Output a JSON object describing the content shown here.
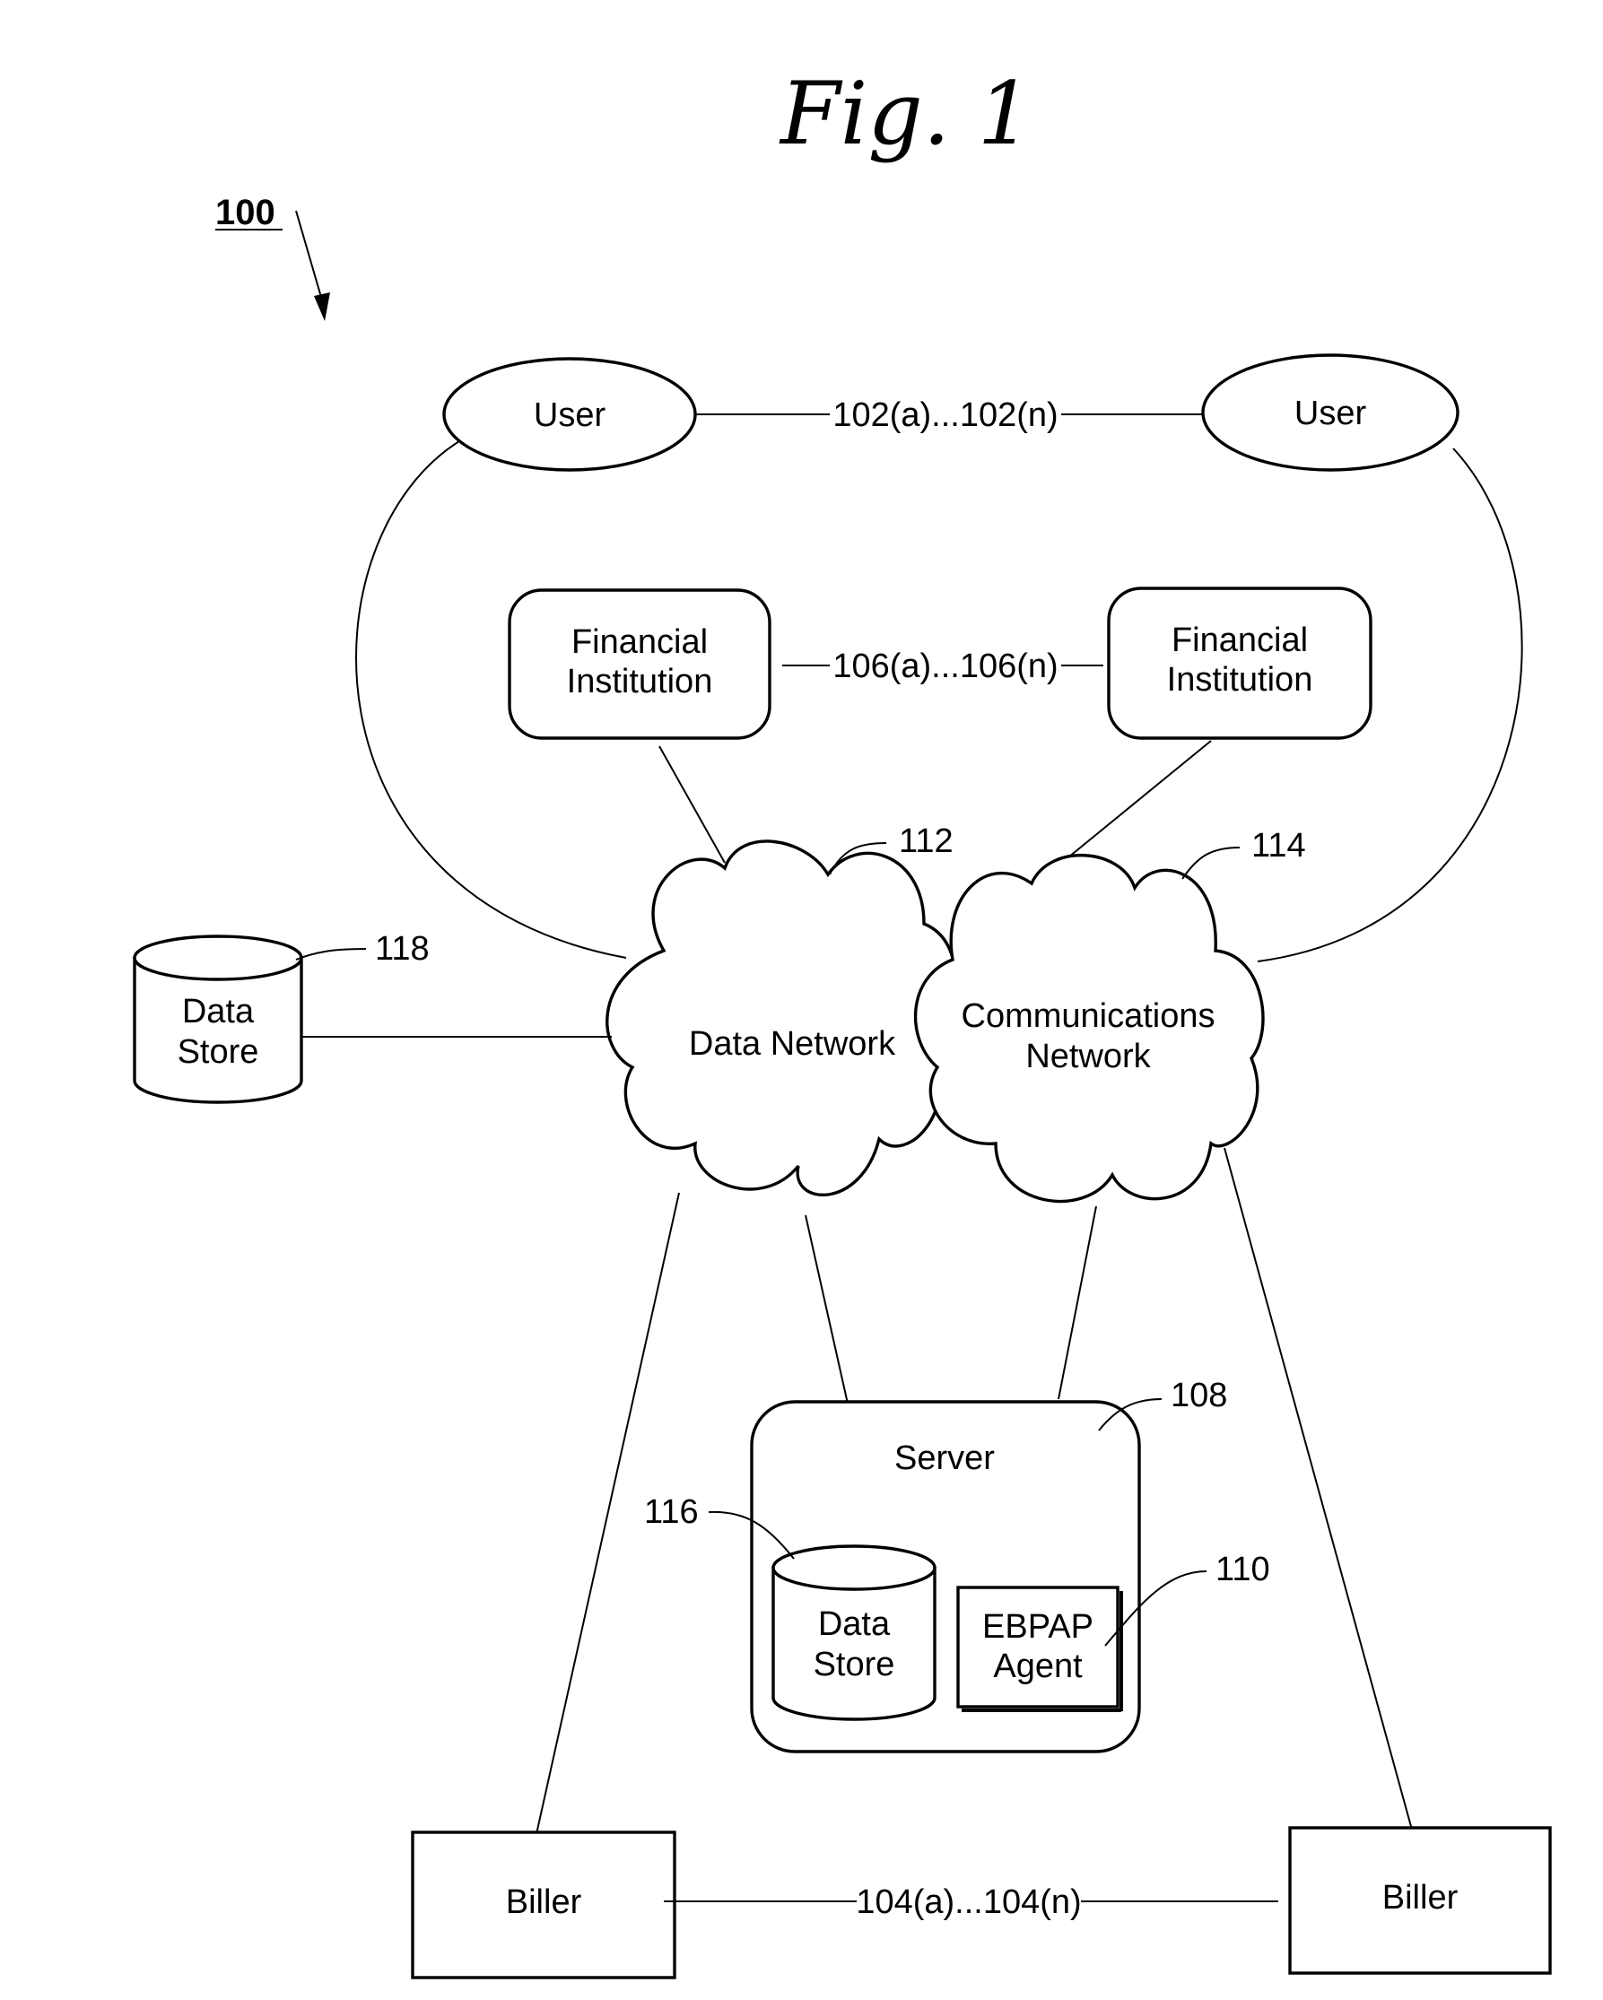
{
  "figure": {
    "title": "Fig. 1",
    "system_ref": "100"
  },
  "users": {
    "left_label": "User",
    "right_label": "User",
    "ref": "102(a)...102(n)"
  },
  "financial_institutions": {
    "left_line1": "Financial",
    "left_line2": "Institution",
    "right_line1": "Financial",
    "right_line2": "Institution",
    "ref": "106(a)...106(n)"
  },
  "data_network": {
    "label": "Data Network",
    "ref": "112"
  },
  "communications_network": {
    "label_line1": "Communications",
    "label_line2": "Network",
    "ref": "114"
  },
  "external_data_store": {
    "line1": "Data",
    "line2": "Store",
    "ref": "118"
  },
  "server": {
    "label": "Server",
    "ref": "108",
    "data_store": {
      "line1": "Data",
      "line2": "Store",
      "ref": "116"
    },
    "agent": {
      "line1": "EBPAP",
      "line2": "Agent",
      "ref": "110"
    }
  },
  "billers": {
    "left_label": "Biller",
    "right_label": "Biller",
    "ref": "104(a)...104(n)"
  }
}
